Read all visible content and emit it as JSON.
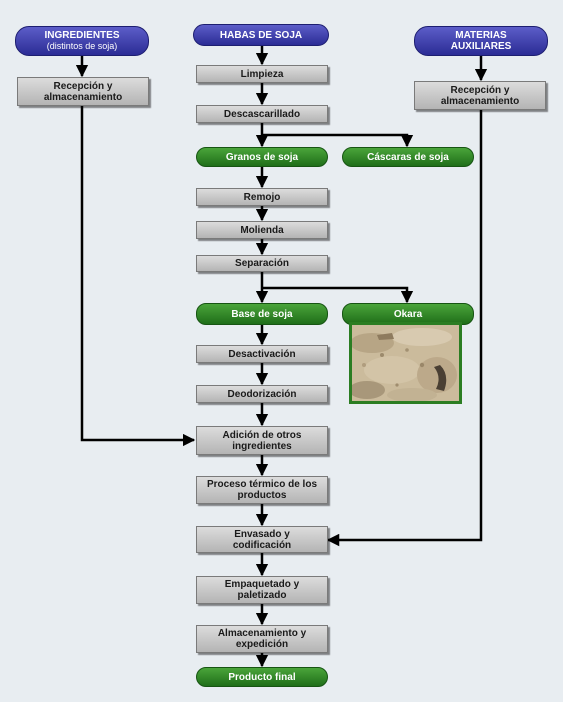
{
  "nodes": {
    "ingredientes": {
      "title": "INGREDIENTES",
      "subtitle": "(distintos de soja)"
    },
    "habas": "HABAS DE SOJA",
    "materias": {
      "line1": "MATERIAS",
      "line2": "AUXILIARES"
    },
    "recepcion_left": {
      "line1": "Recepción y",
      "line2": "almacenamiento"
    },
    "recepcion_right": {
      "line1": "Recepción y",
      "line2": "almacenamiento"
    },
    "limpieza": "Limpieza",
    "descascarillado": "Descascarillado",
    "granos": "Granos de soja",
    "cascaras": "Cáscaras de soja",
    "remojo": "Remojo",
    "molienda": "Molienda",
    "separacion": "Separación",
    "base": "Base de soja",
    "okara": "Okara",
    "desactivacion": "Desactivación",
    "deodorizacion": "Deodorización",
    "adicion": {
      "line1": "Adición de otros",
      "line2": "ingredientes"
    },
    "proceso": {
      "line1": "Proceso térmico de los",
      "line2": "productos"
    },
    "envasado": {
      "line1": "Envasado y",
      "line2": "codificación"
    },
    "empaquetado": {
      "line1": "Empaquetado y",
      "line2": "paletizado"
    },
    "almacenamiento": {
      "line1": "Almacenamiento y",
      "line2": "expedición"
    },
    "producto": "Producto final"
  },
  "colors": {
    "background": "#e8edf1",
    "pill_blue": "#3a3bab",
    "pill_green": "#2f8a27",
    "box_gray": "#c8c8c8",
    "arrow": "#000000"
  }
}
